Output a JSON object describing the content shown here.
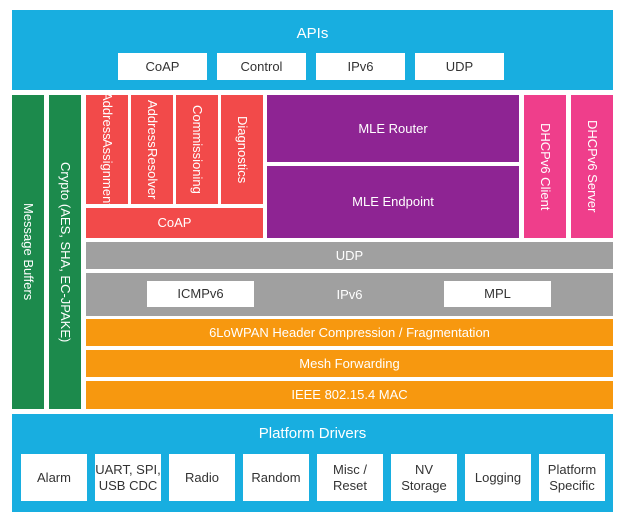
{
  "apis": {
    "title": "APIs",
    "items": [
      "CoAP",
      "Control",
      "IPv6",
      "UDP"
    ]
  },
  "side": {
    "message_buffers": "Message Buffers",
    "crypto": "Crypto (AES, SHA, EC-JPAKE)"
  },
  "coap_modules": {
    "items": [
      [
        "Address",
        "Assignment"
      ],
      [
        "Address",
        "Resolver"
      ],
      [
        "Commissioning"
      ],
      [
        "Diagnostics"
      ]
    ],
    "coap": "CoAP"
  },
  "mle": {
    "router": "MLE Router",
    "endpoint": "MLE Endpoint"
  },
  "dhcp": {
    "client": "DHCPv6 Client",
    "server": "DHCPv6 Server"
  },
  "network": {
    "udp": "UDP",
    "ipv6": "IPv6",
    "icmpv6": "ICMPv6",
    "mpl": "MPL"
  },
  "lowpan": {
    "compression": "6LoWPAN Header Compression / Fragmentation",
    "mesh": "Mesh Forwarding",
    "mac": "IEEE 802.15.4 MAC"
  },
  "platform": {
    "title": "Platform Drivers",
    "items": [
      [
        "Alarm"
      ],
      [
        "UART, SPI,",
        "USB CDC"
      ],
      [
        "Radio"
      ],
      [
        "Random"
      ],
      [
        "Misc /",
        "Reset"
      ],
      [
        "NV",
        "Storage"
      ],
      [
        "Logging"
      ],
      [
        "Platform",
        "Specific"
      ]
    ]
  },
  "colors": {
    "cyan": "#18aee0",
    "green": "#1c8a4c",
    "red": "#f24a4a",
    "purple": "#8e2493",
    "pink": "#ef3e8b",
    "gray": "#a0a0a0",
    "orange": "#f7980f"
  }
}
